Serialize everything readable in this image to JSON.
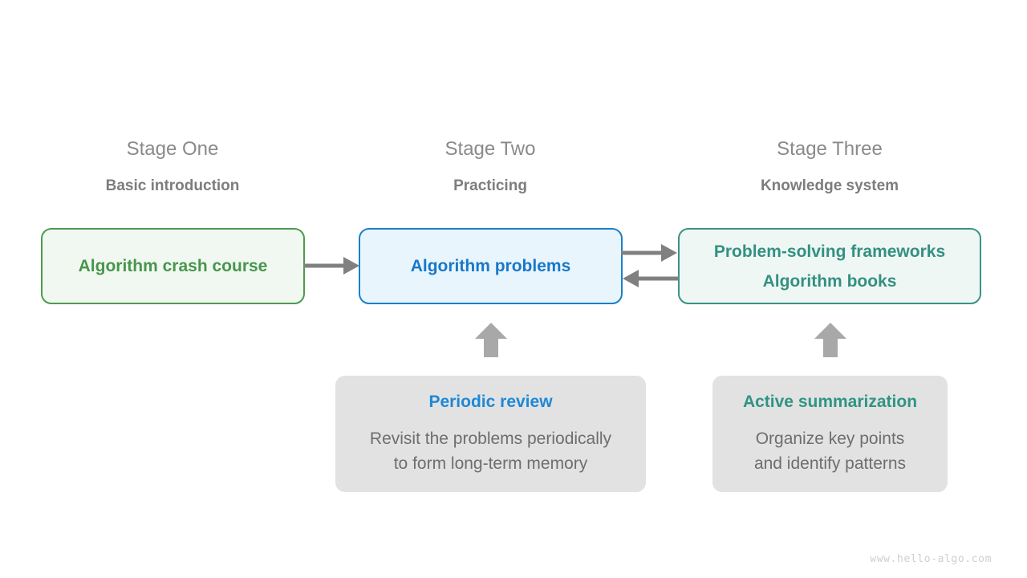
{
  "diagram": {
    "stages": [
      {
        "title": "Stage One",
        "subtitle": "Basic introduction",
        "box_line1": "Algorithm crash course",
        "box_line2": "",
        "accent_color": "#47964b",
        "box_border_color": "#4f9a4f",
        "box_fill_color": "#f1f8f1"
      },
      {
        "title": "Stage Two",
        "subtitle": "Practicing",
        "box_line1": "Algorithm problems",
        "box_line2": "",
        "accent_color": "#1878c8",
        "box_border_color": "#1b7fc9",
        "box_fill_color": "#e9f5fd"
      },
      {
        "title": "Stage Three",
        "subtitle": "Knowledge system",
        "box_line1": "Problem-solving frameworks",
        "box_line2": "Algorithm books",
        "accent_color": "#339082",
        "box_border_color": "#3b9285",
        "box_fill_color": "#eff7f4"
      }
    ],
    "support_boxes": [
      {
        "title": "Periodic review",
        "body_line1": "Revisit the problems periodically",
        "body_line2": "to form long-term memory",
        "title_color": "#1e88d6",
        "fill_color": "#e2e2e2"
      },
      {
        "title": "Active summarization",
        "body_line1": "Organize key points",
        "body_line2": "and identify patterns",
        "title_color": "#2f9484",
        "fill_color": "#e2e2e2"
      }
    ],
    "connectors": [
      {
        "name": "stage-one-to-stage-two",
        "direction": "right",
        "color": "#808080"
      },
      {
        "name": "stage-two-to-stage-three",
        "direction": "right",
        "color": "#808080"
      },
      {
        "name": "stage-three-to-stage-two",
        "direction": "left",
        "color": "#808080"
      },
      {
        "name": "periodic-review-to-stage-two",
        "direction": "up",
        "color": "#a8a8a8"
      },
      {
        "name": "active-summarization-to-stage-three",
        "direction": "up",
        "color": "#a8a8a8"
      }
    ],
    "watermark": "www.hello-algo.com"
  }
}
